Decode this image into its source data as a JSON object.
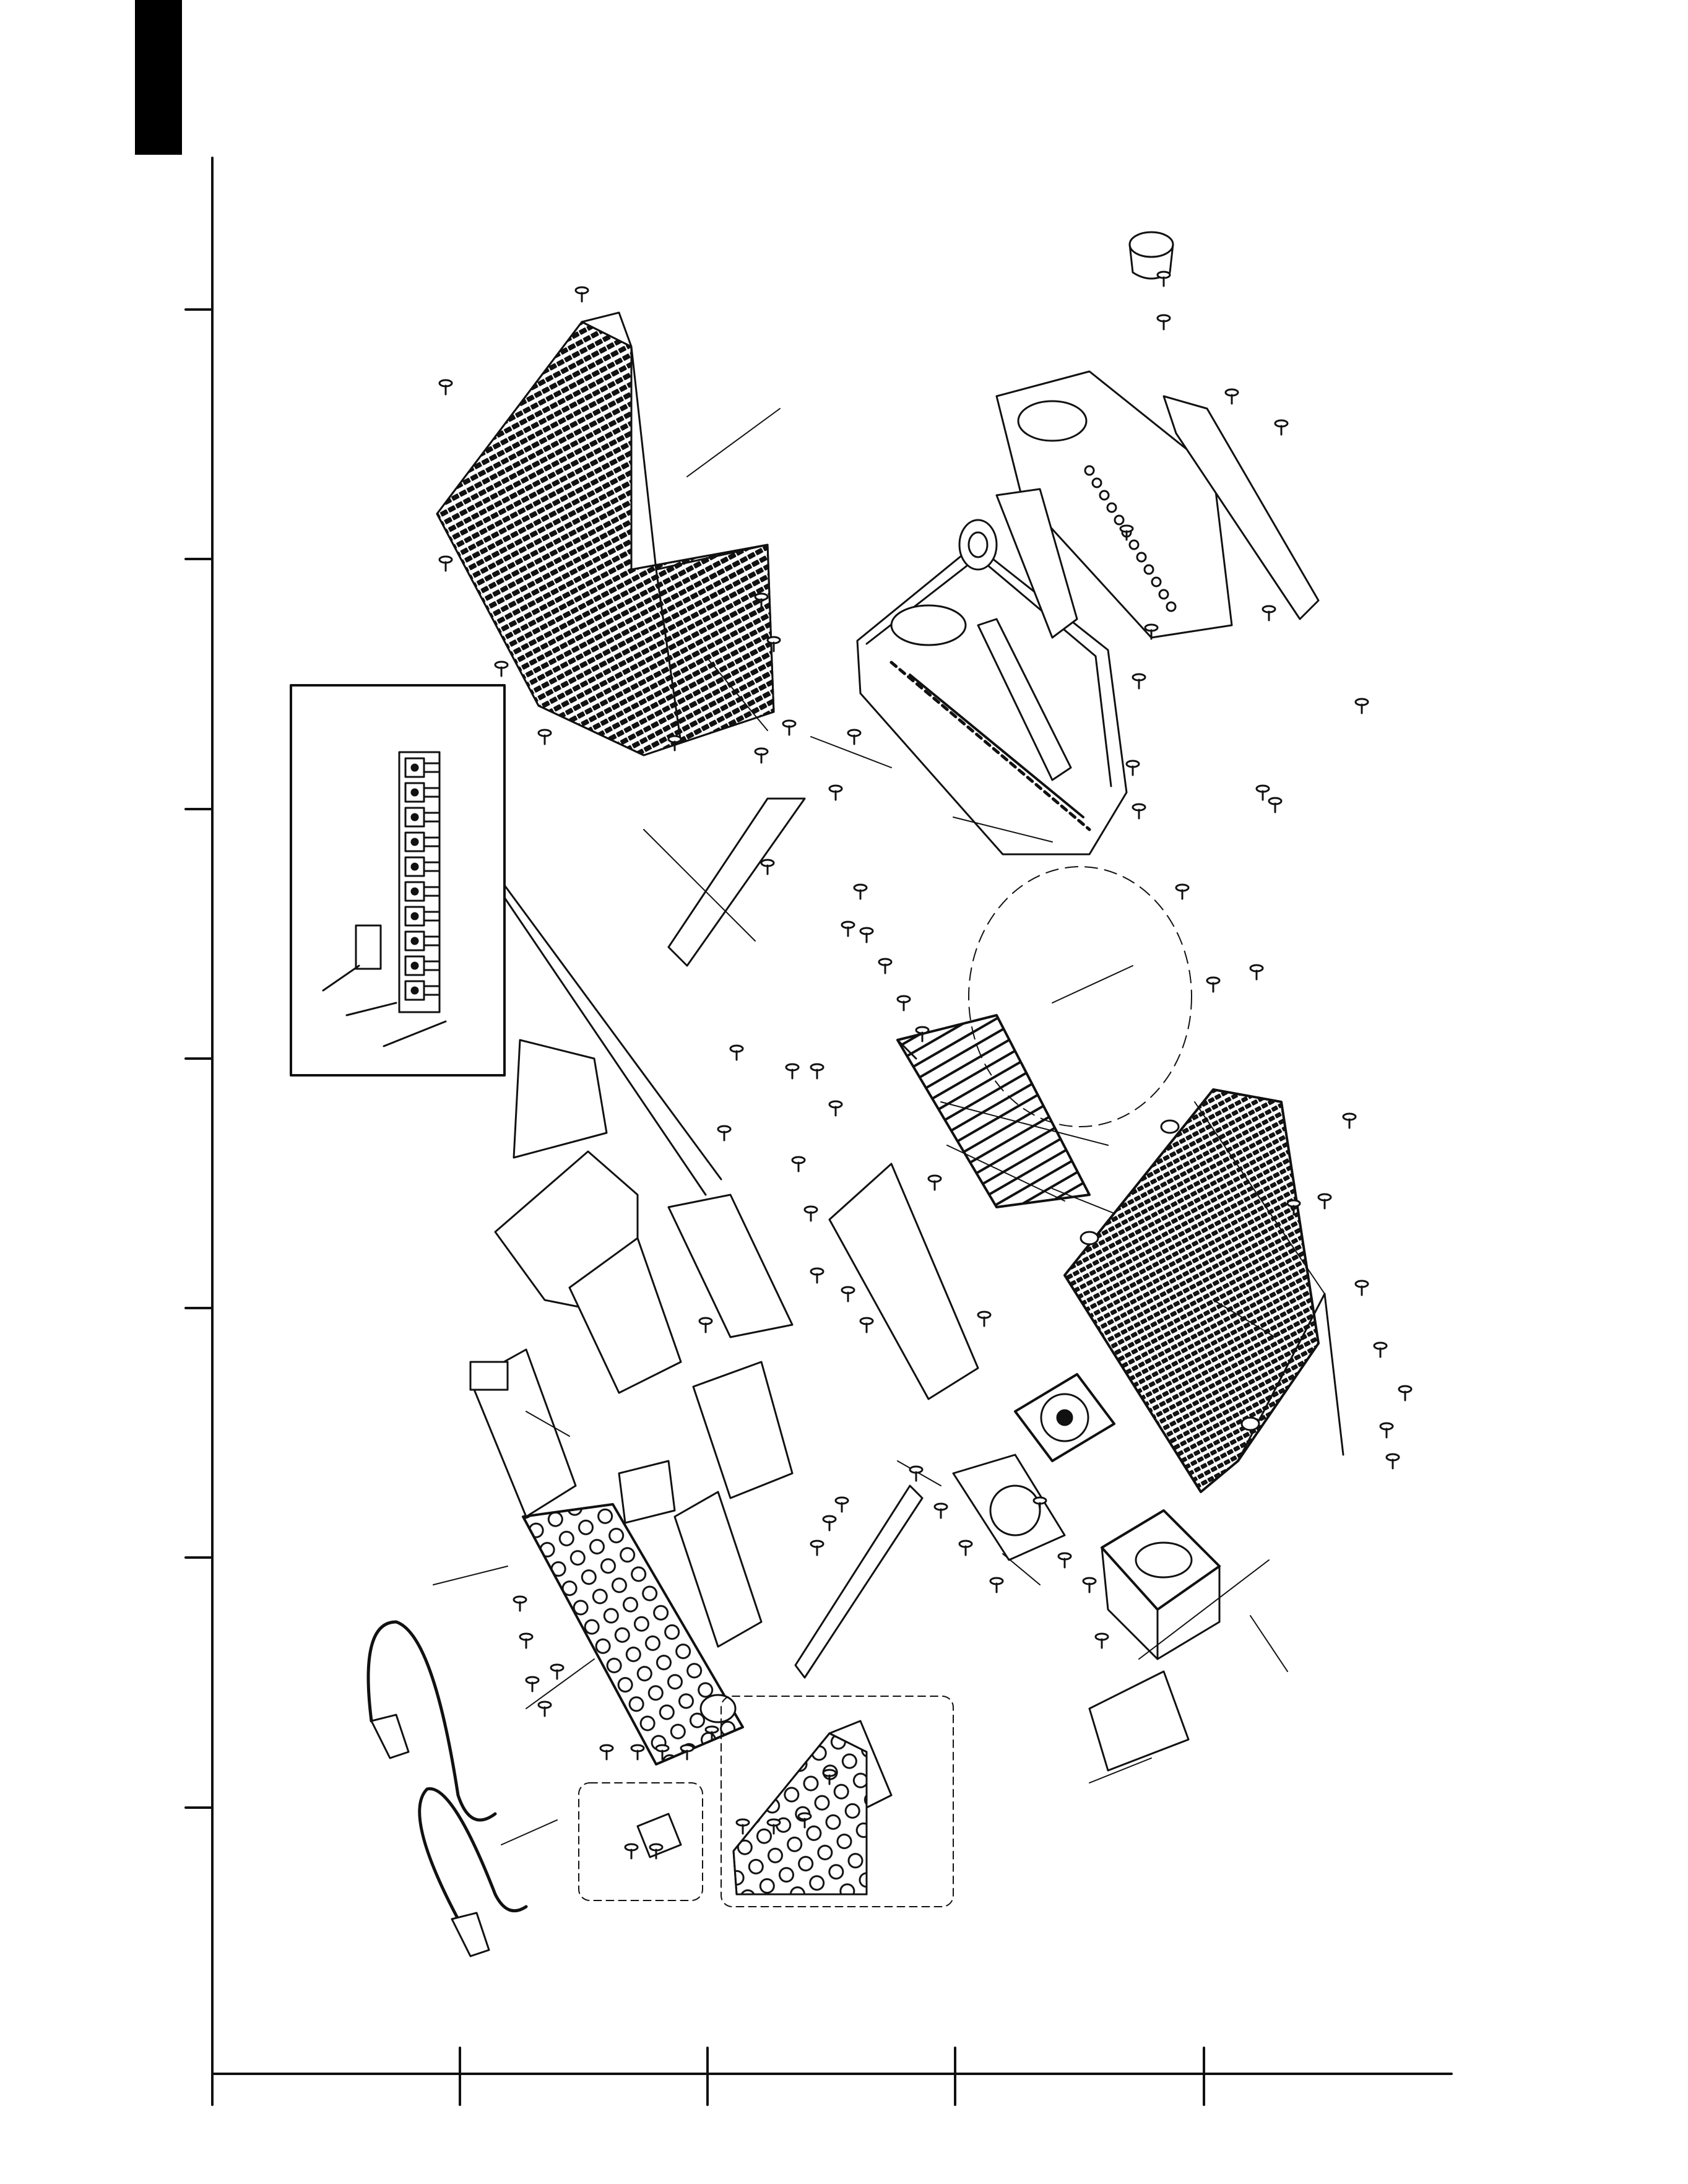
{
  "document": {
    "kind": "exploded parts diagram",
    "labels_visible": false,
    "colors": {
      "ink": "#111111",
      "paper": "#ffffff",
      "tab": "#000000"
    },
    "border_ruler": {
      "vertical_ticks": 8,
      "horizontal_ticks": 5
    },
    "icons": [
      "top-cover-icon",
      "front-panel-icon",
      "heat-sink-icon",
      "chassis-icon",
      "transformer-icon",
      "cooling-fan-icon",
      "power-cord-icon",
      "rear-panel-icon",
      "circuit-board-icon",
      "knob-icon",
      "screw-icon",
      "inset-detail-icon"
    ]
  }
}
